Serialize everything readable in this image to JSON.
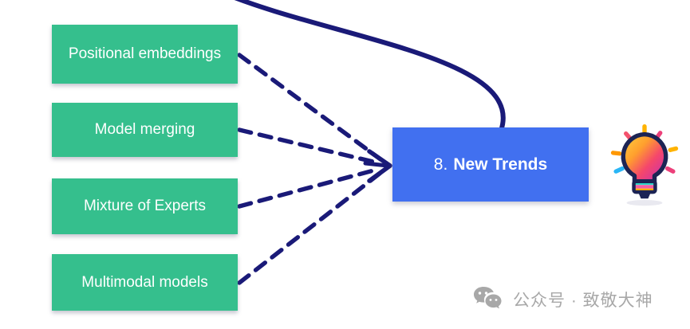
{
  "diagram": {
    "branch_nodes": [
      {
        "label": "Positional embeddings"
      },
      {
        "label": "Model merging"
      },
      {
        "label": "Mixture of Experts"
      },
      {
        "label": "Multimodal models"
      }
    ],
    "center_node": {
      "number": "8.",
      "title": "New Trends"
    },
    "colors": {
      "branch_bg": "#35bf8d",
      "center_bg": "#4170f0",
      "connector_navy": "#1a1a78",
      "node_text": "#ffffff",
      "watermark_gray": "#a8a8a8"
    },
    "icons": {
      "center_decoration": "lightbulb-icon",
      "watermark": "wechat-icon"
    }
  },
  "watermark": {
    "text": "公众号 · 致敬大神"
  }
}
